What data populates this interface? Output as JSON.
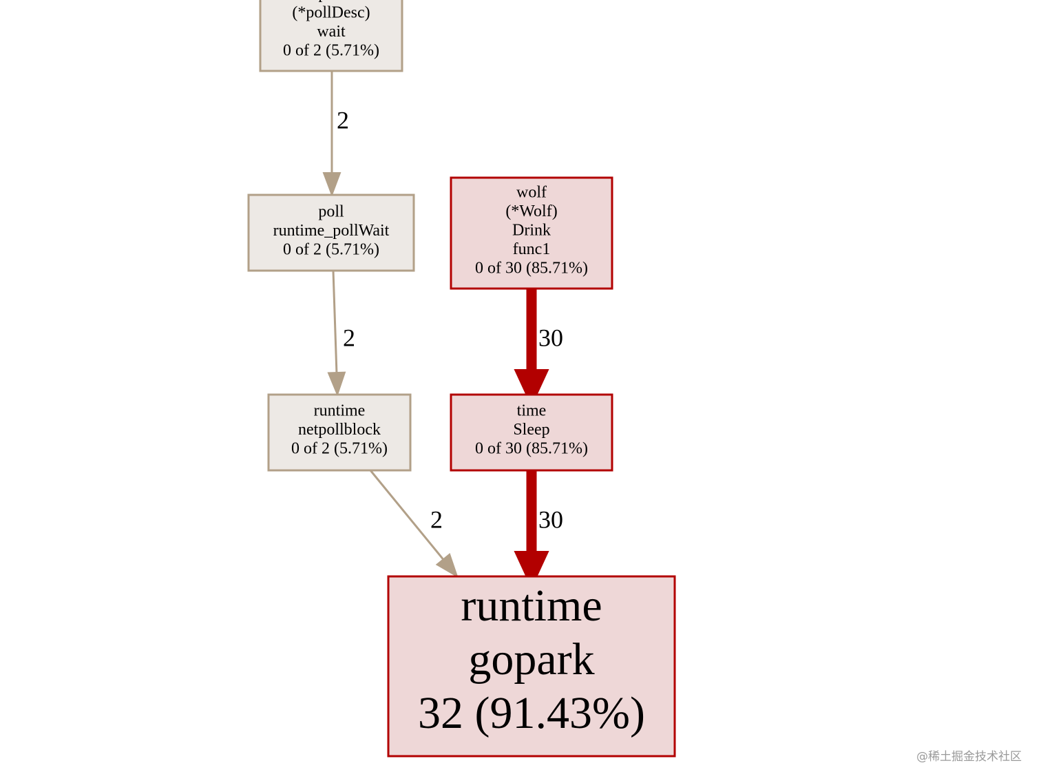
{
  "nodes": [
    {
      "id": "poll-wait",
      "lines": [
        "poll",
        "(*pollDesc)",
        "wait",
        "0 of 2 (5.71%)"
      ],
      "style": "gray"
    },
    {
      "id": "poll-runtime-pollwait",
      "lines": [
        "poll",
        "runtime_pollWait",
        "0 of 2 (5.71%)"
      ],
      "style": "gray"
    },
    {
      "id": "runtime-netpollblock",
      "lines": [
        "runtime",
        "netpollblock",
        "0 of 2 (5.71%)"
      ],
      "style": "gray"
    },
    {
      "id": "wolf-drink-func1",
      "lines": [
        "wolf",
        "(*Wolf)",
        "Drink",
        "func1",
        "0 of 30 (85.71%)"
      ],
      "style": "red"
    },
    {
      "id": "time-sleep",
      "lines": [
        "time",
        "Sleep",
        "0 of 30 (85.71%)"
      ],
      "style": "red"
    },
    {
      "id": "runtime-gopark",
      "lines": [
        "runtime",
        "gopark",
        "32 (91.43%)"
      ],
      "style": "red-large"
    }
  ],
  "edges": [
    {
      "from": "poll-wait",
      "to": "poll-runtime-pollwait",
      "label": "2",
      "style": "gray"
    },
    {
      "from": "poll-runtime-pollwait",
      "to": "runtime-netpollblock",
      "label": "2",
      "style": "gray"
    },
    {
      "from": "runtime-netpollblock",
      "to": "runtime-gopark",
      "label": "2",
      "style": "gray"
    },
    {
      "from": "wolf-drink-func1",
      "to": "time-sleep",
      "label": "30",
      "style": "red"
    },
    {
      "from": "time-sleep",
      "to": "runtime-gopark",
      "label": "30",
      "style": "red"
    }
  ],
  "colors": {
    "gray_fill": "#ede9e5",
    "gray_stroke": "#b2a088",
    "red_fill": "#eed7d7",
    "red_stroke": "#b20000"
  },
  "watermark": "@稀土掘金技术社区"
}
